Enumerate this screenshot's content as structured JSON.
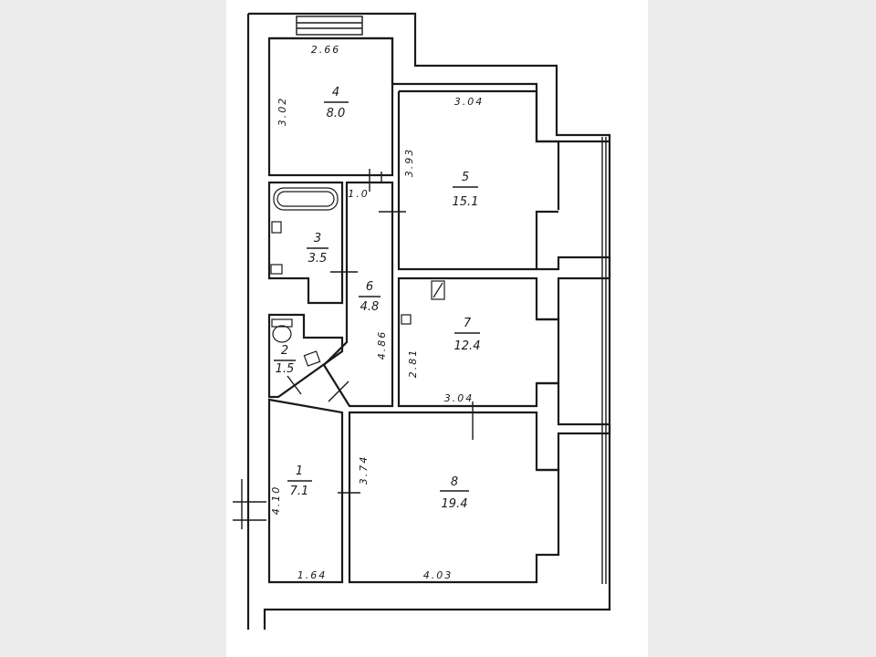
{
  "rooms": [
    {
      "id": "1",
      "number": "1",
      "area": "7.1"
    },
    {
      "id": "2",
      "number": "2",
      "area": "1.5"
    },
    {
      "id": "3",
      "number": "3",
      "area": "3.5"
    },
    {
      "id": "4",
      "number": "4",
      "area": "8.0"
    },
    {
      "id": "5",
      "number": "5",
      "area": "15.1"
    },
    {
      "id": "6",
      "number": "6",
      "area": "4.8"
    },
    {
      "id": "7",
      "number": "7",
      "area": "12.4"
    },
    {
      "id": "8",
      "number": "8",
      "area": "19.4"
    }
  ],
  "dimensions": {
    "room4_width": "2.66",
    "room4_height": "3.02",
    "room5_width": "3.04",
    "room5_height": "3.93",
    "door_width": "1.0",
    "corridor_length": "4.86",
    "room7_height": "2.81",
    "room7_width": "3.04",
    "room1_height": "4.10",
    "room1_width": "1.64",
    "room8_height": "3.74",
    "room8_width": "4.03"
  }
}
